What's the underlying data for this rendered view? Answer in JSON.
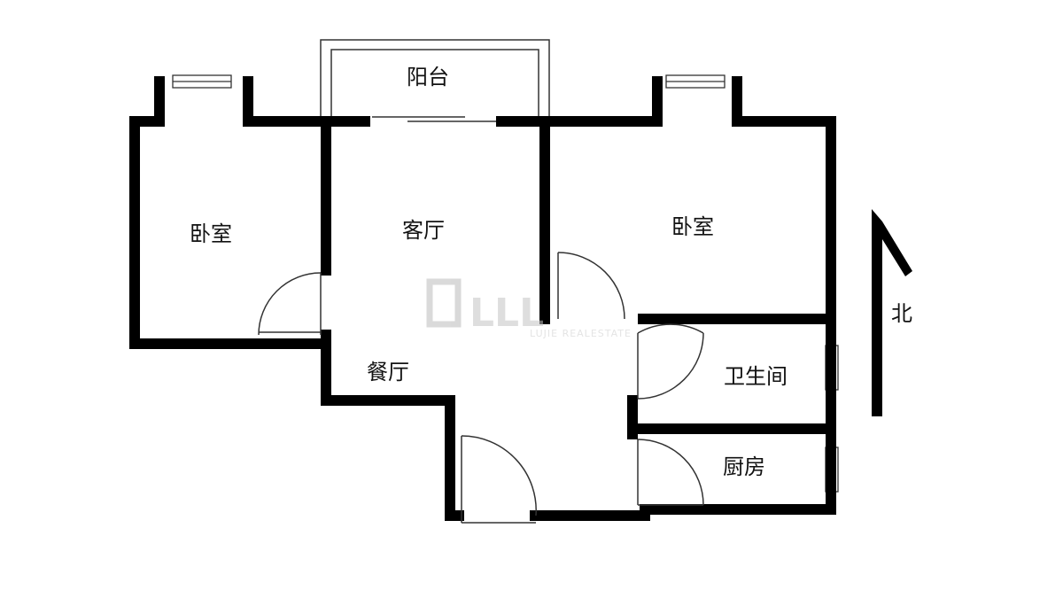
{
  "rooms": {
    "balcony": "阳台",
    "bedroom_left": "卧室",
    "living_room": "客厅",
    "bedroom_right": "卧室",
    "dining_room": "餐厅",
    "bathroom": "卫生间",
    "kitchen": "厨房"
  },
  "compass": {
    "label": "北"
  },
  "watermark": {
    "sub": "LUJIE REALESTATE"
  },
  "colors": {
    "wall": "#000000",
    "thin_line": "#222222",
    "watermark": "#c8c8c8"
  }
}
